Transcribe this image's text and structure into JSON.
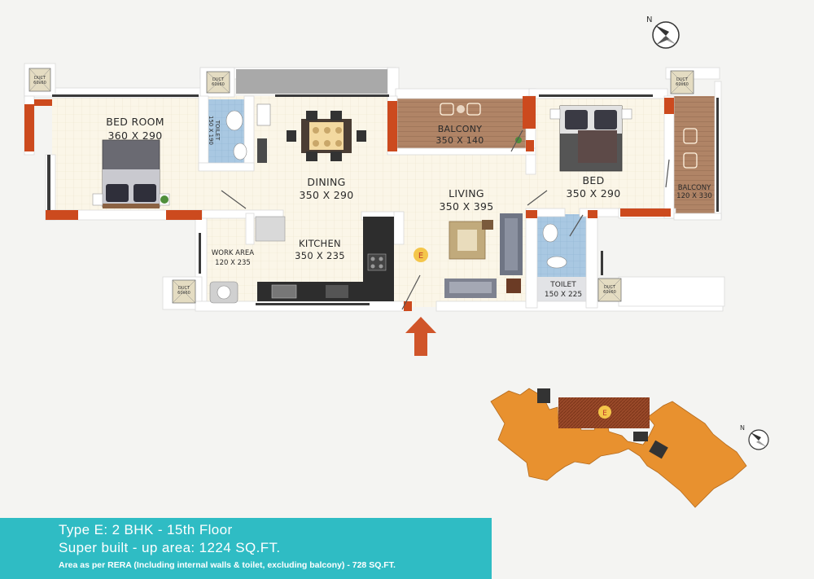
{
  "rooms": {
    "bedroom1": {
      "name": "BED ROOM",
      "size": "360 X 290"
    },
    "toilet1": {
      "name": "TOILET",
      "size": "150 X 190"
    },
    "dining": {
      "name": "DINING",
      "size": "350 X 290"
    },
    "balcony1": {
      "name": "BALCONY",
      "size": "350 X 140"
    },
    "bedroom2": {
      "name": "BED",
      "size": "350 X 290"
    },
    "balcony2": {
      "name": "BALCONY",
      "size": "120 X 330"
    },
    "living": {
      "name": "LIVING",
      "size": "350 X 395"
    },
    "kitchen": {
      "name": "KITCHEN",
      "size": "350 X 235"
    },
    "work_area": {
      "name": "WORK AREA",
      "size": "120 X 235"
    },
    "toilet2": {
      "name": "TOILET",
      "size": "150 X 225"
    }
  },
  "duct": {
    "name": "DUCT",
    "size": "60x60"
  },
  "entrance_marker": "E",
  "compass": {
    "north": "N"
  },
  "info": {
    "line1": "Type E: 2 BHK - 15th Floor",
    "line2": "Super built - up area: 1224 SQ.FT.",
    "line3": "Area as per RERA (Including internal walls & toilet, excluding balcony) - 728 SQ.FT."
  },
  "colors": {
    "wall": "#ffffff",
    "accent_wall": "#cc4a1e",
    "balcony_floor": "#b08466",
    "toilet_floor": "#a9c8e2",
    "key_plan": "#e8912f",
    "info_box": "#2fbcc4"
  }
}
